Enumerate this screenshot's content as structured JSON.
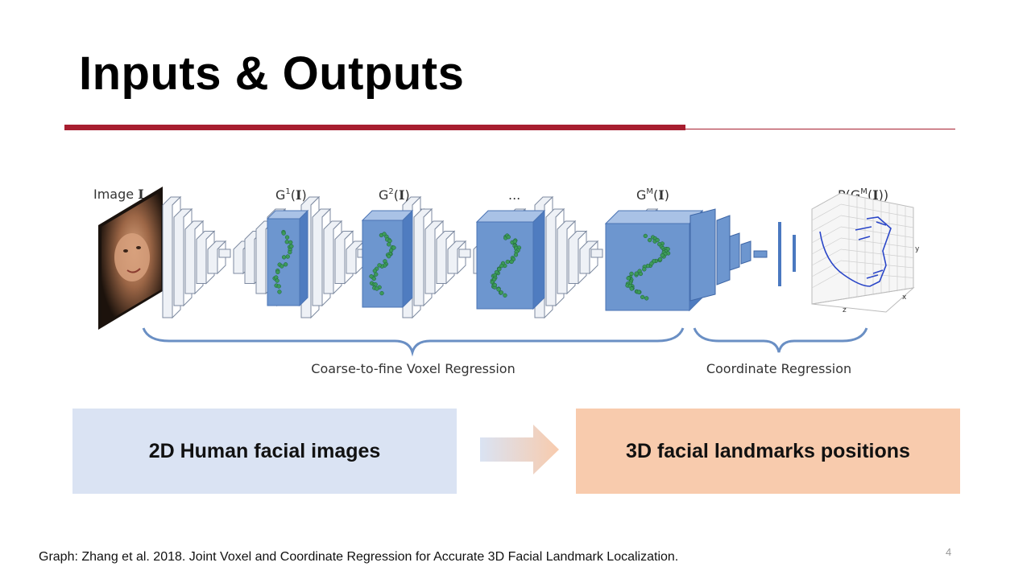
{
  "slide": {
    "title": "Inputs & Outputs",
    "page_number": "4",
    "caption": "Graph: Zhang et al. 2018. Joint Voxel and Coordinate Regression for Accurate 3D Facial Landmark Localization."
  },
  "diagram": {
    "input_label_text": "Image ",
    "input_label_bold": "I",
    "stage_labels": [
      {
        "base": "G",
        "sup": "1",
        "bold": "I"
      },
      {
        "base": "G",
        "sup": "2",
        "bold": "I"
      },
      {
        "base": "...",
        "sup": "",
        "bold": ""
      },
      {
        "base": "G",
        "sup": "M",
        "bold": "I"
      }
    ],
    "output_label": {
      "prefix": "P(G",
      "sup": "M",
      "bold": "I",
      "suffix": "))"
    },
    "brace_left_label": "Coarse-to-fine Voxel Regression",
    "brace_right_label": "Coordinate Regression",
    "axis_labels": {
      "y": "y",
      "x": "x",
      "z": "z"
    }
  },
  "flow": {
    "input_label": "2D Human facial images",
    "output_label": "3D facial landmarks positions"
  },
  "colors": {
    "accent_red": "#a71e2f",
    "input_box": "#dae3f3",
    "output_box": "#f8cbad",
    "voxel_blue": "#6d96cf",
    "brace_blue": "#6a8fc4"
  }
}
